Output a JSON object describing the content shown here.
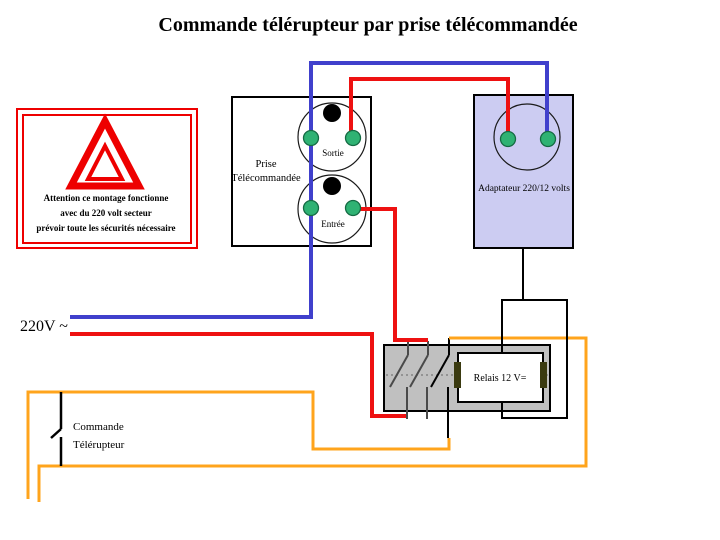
{
  "title": "Commande télérupteur par prise télécommandée",
  "colors": {
    "wire_blue": "#4040cc",
    "wire_red": "#ee1111",
    "wire_orange": "#ffa41c",
    "wire_black": "#000000",
    "warning_red": "#ee0000",
    "warning_text": "#dd3300",
    "adapter_fill": "#ccccf2",
    "relay_fill": "#c0c0c0",
    "socket_pin_green": "#2fb273",
    "relay_terminal": "#3a3a10"
  },
  "mains": {
    "label": "220V ~"
  },
  "warning_box": {
    "lines": [
      "Attention ce montage fonctionne",
      "avec du 220 volt secteur",
      "prévoir toute les sécurités nécessaire"
    ]
  },
  "remote_socket": {
    "label_line1": "Prise",
    "label_line2": "Télécommandée",
    "output_label": "Sortie",
    "input_label": "Entrée"
  },
  "adapter": {
    "label": "Adaptateur 220/12 volts"
  },
  "relay": {
    "label": "Relais 12 V="
  },
  "switch": {
    "label_line1": "Commande",
    "label_line2": "Télérupteur"
  }
}
